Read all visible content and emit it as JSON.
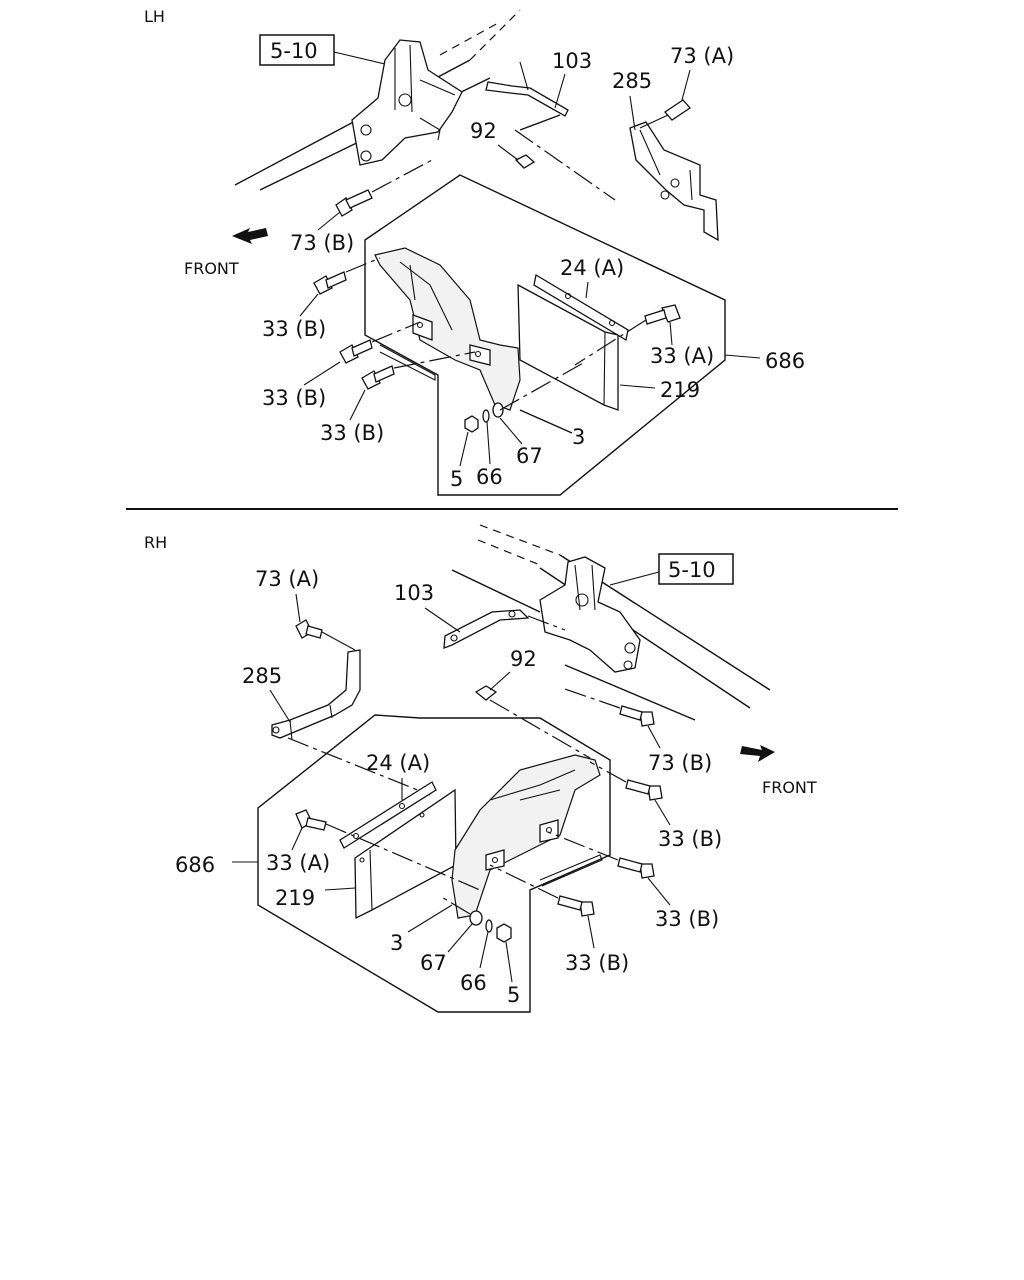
{
  "sections": {
    "lh": {
      "heading": "LH",
      "ref_box": "5-10",
      "front": "FRONT",
      "labels": {
        "l103": "103",
        "l73a": "73 (A)",
        "l285": "285",
        "l92": "92",
        "l73b": "73 (B)",
        "l24a": "24 (A)",
        "l33b_1": "33 (B)",
        "l33b_2": "33 (B)",
        "l33b_3": "33 (B)",
        "l33a": "33 (A)",
        "l686": "686",
        "l219": "219",
        "l3": "3",
        "l67": "67",
        "l66": "66",
        "l5": "5"
      }
    },
    "rh": {
      "heading": "RH",
      "ref_box": "5-10",
      "front": "FRONT",
      "labels": {
        "l73a": "73 (A)",
        "l103": "103",
        "l285": "285",
        "l92": "92",
        "l73b": "73 (B)",
        "l24a": "24 (A)",
        "l33b_1": "33 (B)",
        "l33a": "33 (A)",
        "l686": "686",
        "l219": "219",
        "l33b_2": "33 (B)",
        "l3": "3",
        "l33b_3": "33 (B)",
        "l67": "67",
        "l66": "66",
        "l5": "5"
      }
    }
  }
}
